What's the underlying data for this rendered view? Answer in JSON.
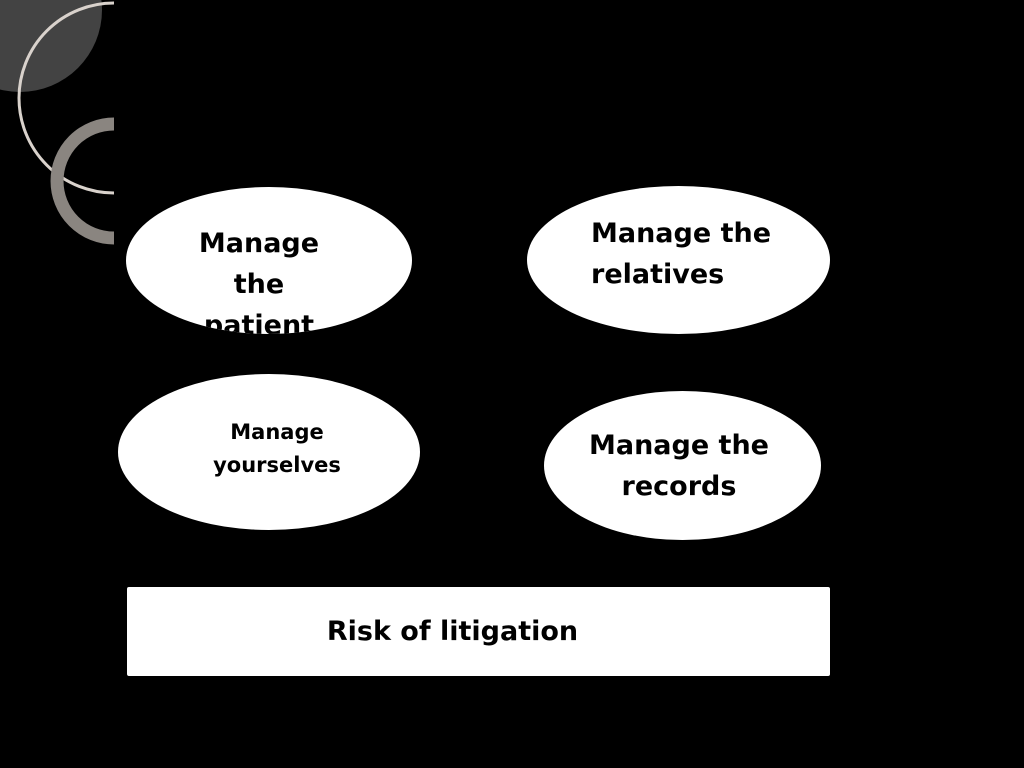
{
  "colors": {
    "background": "#000000",
    "shape_fill": "#ffffff",
    "text": "#000000",
    "decor_arc": "#d9d2cc"
  },
  "diagram": {
    "nodes": [
      {
        "id": "patient",
        "lines": [
          "Manage",
          "the",
          "patient"
        ]
      },
      {
        "id": "relatives",
        "lines": [
          "Manage the",
          "relatives"
        ]
      },
      {
        "id": "yourselves",
        "lines": [
          "Manage",
          "yourselves"
        ]
      },
      {
        "id": "records",
        "lines": [
          "Manage the",
          "records"
        ]
      }
    ],
    "risk_label": "Risk of litigation"
  }
}
